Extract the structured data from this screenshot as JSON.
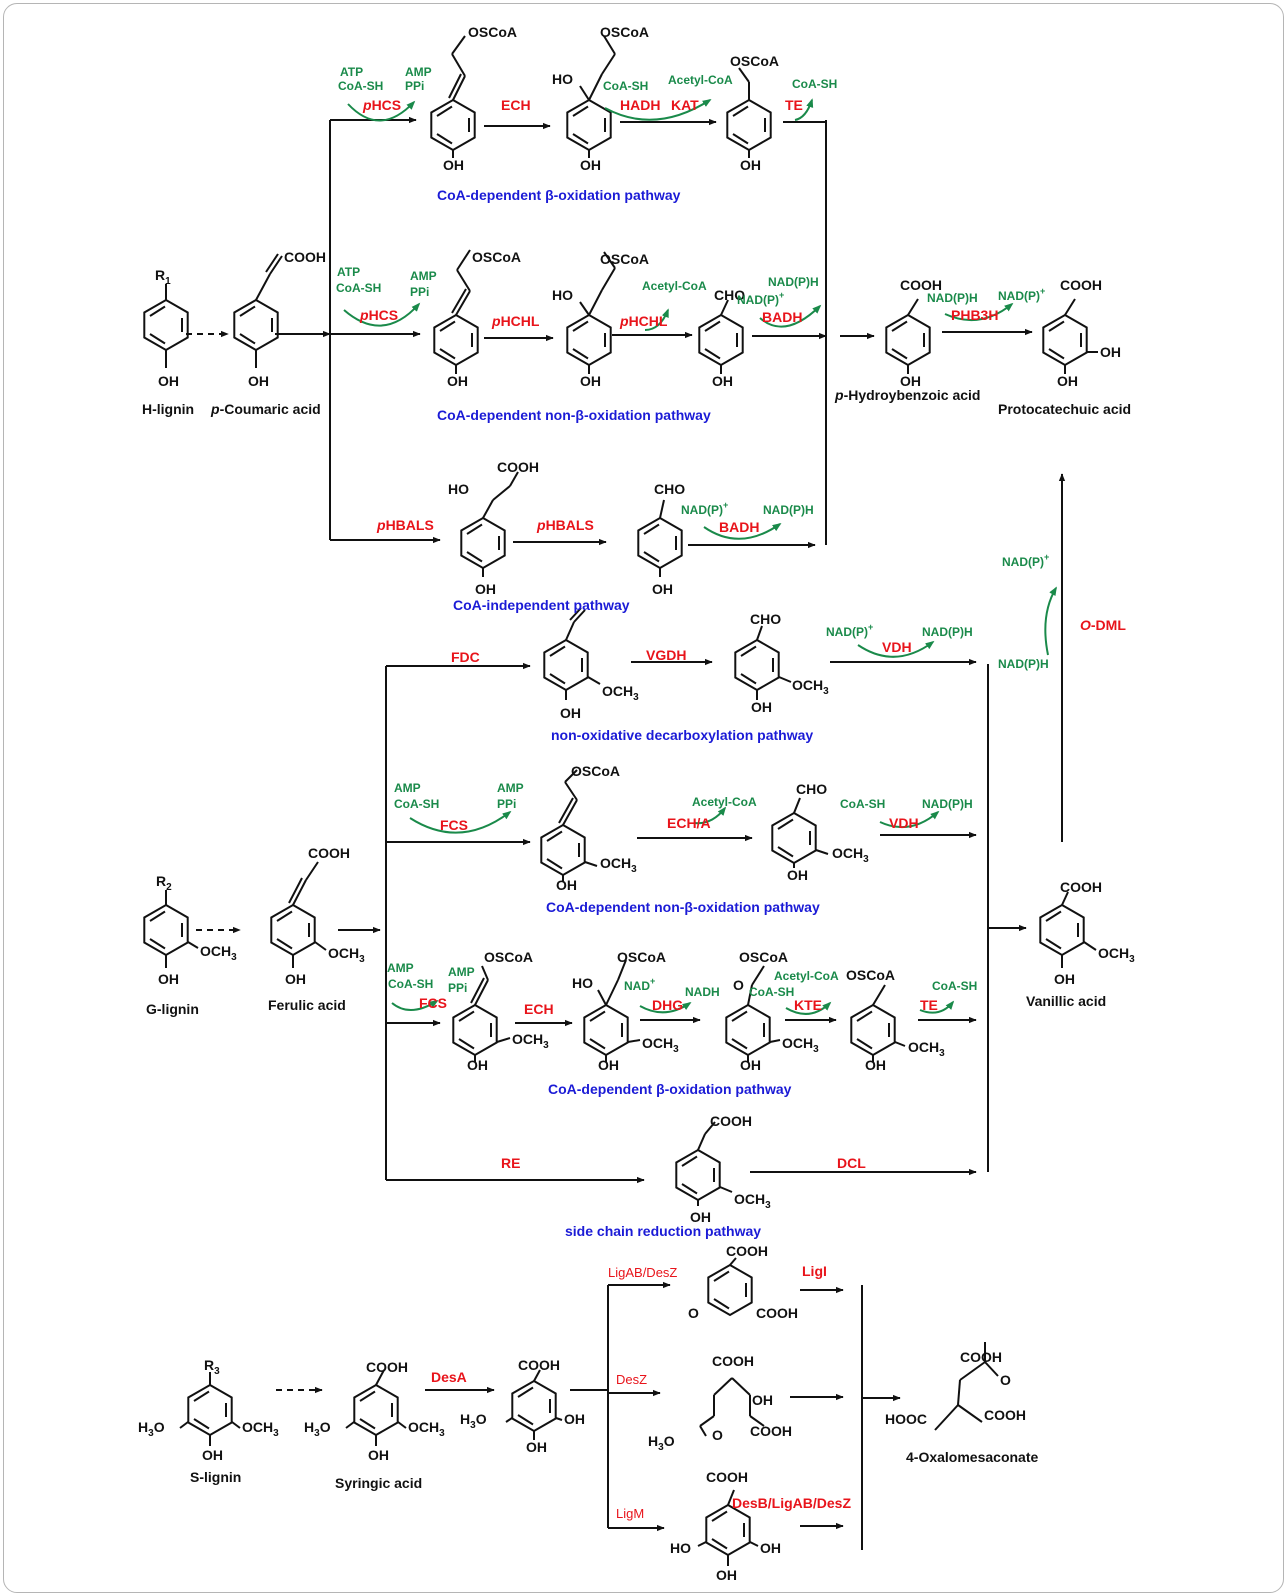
{
  "chem": {
    "scoa": "SCoA",
    "cooh": "COOH",
    "cho": "CHO",
    "oh": "OH",
    "och3": "OCH",
    "h3co": "H",
    "hooc": "HOOC",
    "ho": "HO",
    "o": "O",
    "r1": "R",
    "r2": "R",
    "r3": "R",
    "sub1": "1",
    "sub2": "2",
    "sub3": "3",
    "sub3b": "3"
  },
  "compounds": {
    "h_lignin": "H-lignin",
    "p_coumaric_italic": "p",
    "p_coumaric": "-Coumaric acid",
    "p_hydroxybenzoic_italic": "p",
    "p_hydroxybenzoic": "-Hydroybenzoic acid",
    "protocatechuic": "Protocatechuic acid",
    "g_lignin": "G-lignin",
    "ferulic": "Ferulic acid",
    "vanillic": "Vanillic acid",
    "s_lignin": "S-lignin",
    "syringic": "Syringic acid",
    "oxalomesaconate": "4-Oxalomesaconate"
  },
  "pathways": {
    "h_beta": "CoA-dependent β-oxidation pathway",
    "h_non_beta": "CoA-dependent non-β-oxidation pathway",
    "h_independent": "CoA-independent pathway",
    "g_non_oxidative": "non-oxidative decarboxylation pathway",
    "g_non_beta": "CoA-dependent non-β-oxidation pathway",
    "g_beta": "CoA-dependent β-oxidation pathway",
    "g_side_chain": "side chain reduction pathway"
  },
  "enzymes": {
    "phcs_italic": "p",
    "phcs": "HCS",
    "ech": "ECH",
    "hadh": "HADH",
    "kat": "KAT",
    "te": "TE",
    "phchl_italic": "p",
    "phchl": "HCHL",
    "badh": "BADH",
    "phb3h": "PHB3H",
    "phbals_italic": "p",
    "phbals": "HBALS",
    "fdc": "FDC",
    "vgdh": "VGDH",
    "vdh": "VDH",
    "odml_italic": "O",
    "odml": "-DML",
    "fcs": "FCS",
    "ech_a": "ECH/A",
    "dhg": "DHG",
    "kte": "KTE",
    "re": "RE",
    "dcl": "DCL",
    "desa": "DesA",
    "ligab_desz": "LigAB/DesZ",
    "ligi": "LigI",
    "desz": "DesZ",
    "ligm": "LigM",
    "desb": "DesB/LigAB/DesZ"
  },
  "cofactors": {
    "atp": "ATP",
    "coash": "CoA-SH",
    "amp": "AMP",
    "ppi": "PPi",
    "acetylcoa": "Acetyl-CoA",
    "nadph": "NAD(P)H",
    "nadp": "NAD(P)",
    "nad": "NAD",
    "nadh": "NADH",
    "plus": "+"
  },
  "colors": {
    "enzyme": "#e8141b",
    "cofactor": "#1a8a4a",
    "pathway": "#1b1bd6",
    "structure": "#111111"
  }
}
